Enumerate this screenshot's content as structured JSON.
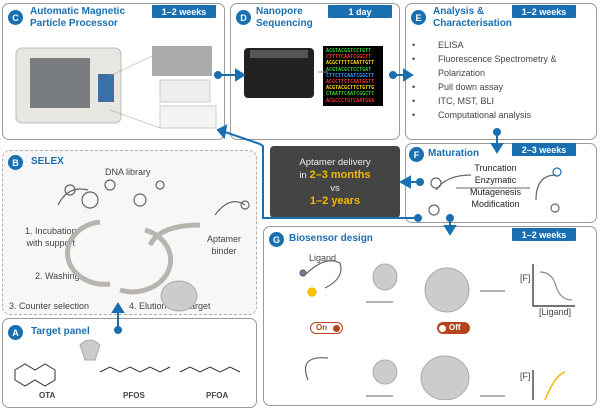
{
  "panels": {
    "C": {
      "letter": "C",
      "title1": "Automatic Magnetic",
      "title2": "Particle Processor",
      "duration": "1–2 weeks"
    },
    "D": {
      "letter": "D",
      "title1": "Nanopore",
      "title2": "Sequencing",
      "duration": "1 day"
    },
    "E": {
      "letter": "E",
      "title1": "Analysis &",
      "title2": "Characterisation",
      "duration": "1–2 weeks",
      "items": [
        "ELISA",
        "Fluorescence Spectrometry &",
        "Polarization",
        "Pull down assay",
        "ITC, MST, BLI",
        "Computational analysis"
      ]
    },
    "B": {
      "letter": "B",
      "title": "SELEX",
      "library": "DNA library",
      "step1a": "1. Incubation",
      "step1b": "with support",
      "step2": "2. Washing",
      "step3": "3. Counter selection",
      "step4": "4. Elution with target",
      "binder1": "Aptamer",
      "binder2": "binder"
    },
    "A": {
      "letter": "A",
      "title": "Target panel",
      "targets": [
        "OTA",
        "PFOS",
        "PFOA"
      ]
    },
    "F": {
      "letter": "F",
      "title": "Maturation",
      "duration": "2–3 weeks",
      "methods": [
        "Truncation",
        "Enzymatic",
        "Mutagenesis",
        "Modification"
      ]
    },
    "G": {
      "letter": "G",
      "title": "Biosensor design",
      "duration": "1–2 weeks",
      "ligand": "Ligand",
      "on": "On",
      "off": "Off",
      "yaxis": "[F]",
      "xaxis": "[Ligand]"
    }
  },
  "delivery": {
    "line1": "Aptamer delivery",
    "in": "in",
    "fast": "2–3 months",
    "vs": "vs",
    "slow": "1–2 years"
  },
  "sequence_lines": [
    "ACGTACGGTCCTGTT",
    "CTTTTCAATCGGCTT",
    "ACGCTTTTCAATTGTT",
    "ACGTACGCTCCTGAT",
    "CTTCTTCAATCGGCTT",
    "ACGCTTCTCAATGGTT",
    "ACGTACGCTTCTGTTG",
    "CTAATTCAATCGGCTT",
    "ACGCCCTGTCAATGGA"
  ],
  "colors": {
    "accent": "#1a6fb0",
    "highlight": "#f5b800",
    "switch": "#b5451b"
  }
}
